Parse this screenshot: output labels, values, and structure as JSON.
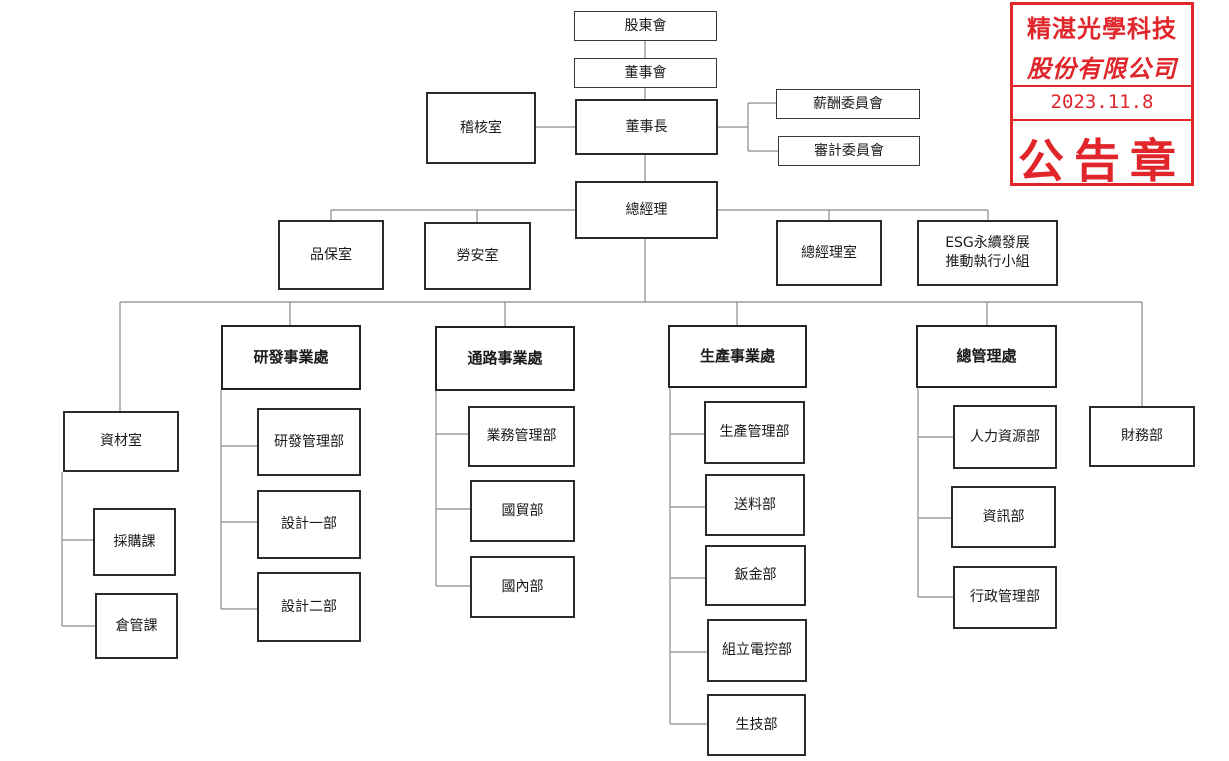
{
  "org": {
    "shareholders": "股東會",
    "board": "董事會",
    "chairman": "董事長",
    "audit_office": "稽核室",
    "remuneration_committee": "薪酬委員會",
    "audit_committee": "審計委員會",
    "general_manager": "總經理",
    "quality_office": "品保室",
    "safety_office": "勞安室",
    "gm_office": "總經理室",
    "esg_group": "ESG永續發展\n推動執行小組",
    "materials_office": "資材室",
    "purchasing": "採購課",
    "warehouse": "倉管課",
    "rd_division": "研發事業處",
    "rd_management": "研發管理部",
    "design_1": "設計一部",
    "design_2": "設計二部",
    "channel_division": "通路事業處",
    "business_management": "業務管理部",
    "international_trade": "國貿部",
    "domestic": "國內部",
    "production_division": "生產事業處",
    "production_management": "生產管理部",
    "material_feeding": "送料部",
    "sheet_metal": "鈑金部",
    "assembly_electric_control": "組立電控部",
    "production_technology": "生技部",
    "admin_division": "總管理處",
    "human_resources": "人力資源部",
    "information": "資訊部",
    "administration": "行政管理部",
    "finance": "財務部"
  },
  "stamp": {
    "company_line1": "精湛光學科技",
    "company_line2": "股份有限公司",
    "date": "2023.11.8",
    "seal_text": "公告章",
    "color": "#e0262b"
  }
}
